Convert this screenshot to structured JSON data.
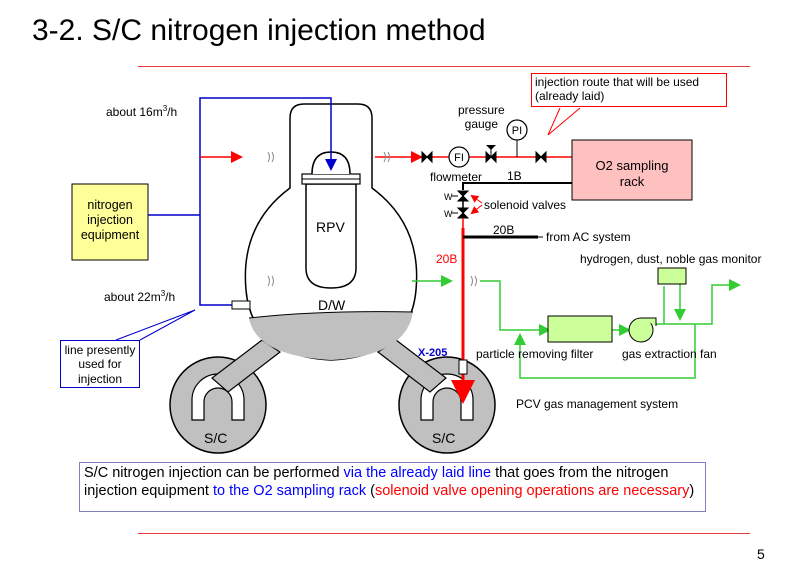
{
  "title": "3-2. S/C nitrogen injection method",
  "page_number": "5",
  "labels": {
    "flow_16_prefix": "about 16m",
    "flow_16_sup": "3",
    "flow_16_suffix": "/h",
    "flow_22_prefix": "about 22m",
    "flow_22_sup": "3",
    "flow_22_suffix": "/h",
    "rpv": "RPV",
    "dw": "D/W",
    "sc_left": "S/C",
    "sc_right": "S/C",
    "x205": "X-205",
    "pressure_gauge": "pressure\ngauge",
    "pi": "PI",
    "fi": "FI",
    "flowmeter": "flowmeter",
    "b1": "1B",
    "b20": "20B",
    "b20_red": "20B",
    "solenoid": "solenoid valves",
    "from_ac": "from AC system",
    "hydrogen_monitor": "hydrogen, dust, noble gas monitor",
    "particle_filter": "particle removing filter",
    "gas_fan": "gas extraction fan",
    "pcv_system": "PCV gas management system"
  },
  "boxes": {
    "nitrogen": "nitrogen\ninjection\nequipment",
    "o2_rack": "O2 sampling\nrack"
  },
  "callouts": {
    "route": "injection route that will be used\n(already laid)",
    "line_used": "line presently\nused for\ninjection"
  },
  "note": {
    "part1": "S/C nitrogen injection can be performed ",
    "part2": "via the already laid line",
    "part3": " that goes from the nitrogen injection equipment ",
    "part4": "to the O2 sampling rack",
    "part5": " (",
    "part6": "solenoid valve opening operations are necessary",
    "part7": ")"
  },
  "colors": {
    "injection_line": "#ff0000",
    "nitrogen_line": "#0000cc",
    "gas_system_line": "#33cc33",
    "vessel_fill": "#ffffff",
    "water_fill": "#c0c0c0",
    "nitrogen_box": "#ffff99",
    "o2_box": "#ffc0c0",
    "filter_box": "#ccff99"
  }
}
